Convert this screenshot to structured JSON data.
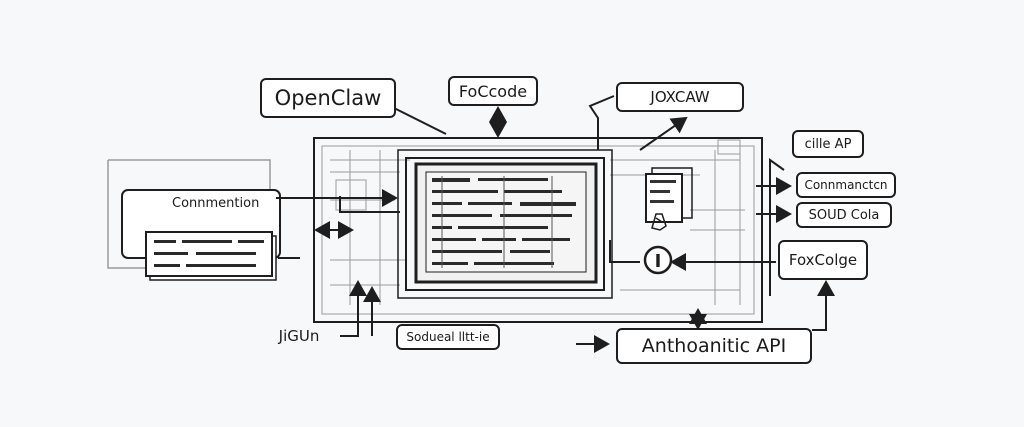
{
  "labels": {
    "openclaw": "OpenClaw",
    "focode": "FoCcode",
    "joxcaw": "JOXCAW",
    "cille_ap": "cille AP",
    "connmanctc": "Connmanctc​n",
    "soud_cola": "SOUD Cola",
    "foxcolge": "FoxColge",
    "connmention": "Connmention",
    "jigun": "JiGUn",
    "sodueal": "Sodueal lltt-ie",
    "anthoanitic_api": "Anthoanitic API"
  },
  "colors": {
    "ink": "#1e1e1e",
    "paper": "#ffffff",
    "background": "#f7f8f9",
    "sketch_gray": "#8a8a8a"
  }
}
